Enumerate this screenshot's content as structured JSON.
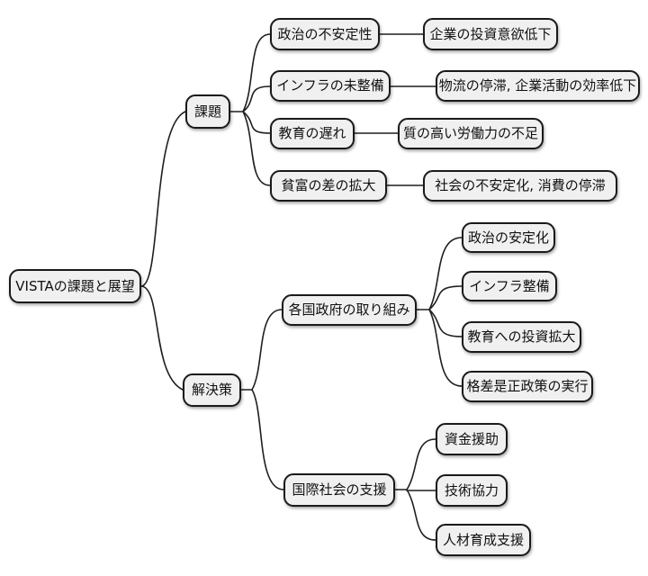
{
  "diagram": {
    "type": "mindmap",
    "background_color": "#ffffff",
    "node_fill_color": "#f0f0f0",
    "node_border_color": "#1a1a1a",
    "connector_color": "#1f1f1f",
    "text_color": "#111111"
  },
  "mindmap": {
    "root": {
      "label": "VISTAの課題と展望"
    },
    "branches": [
      {
        "label": "課題",
        "children": [
          {
            "label": "政治の不安定性",
            "children": [
              {
                "label": "企業の投資意欲低下"
              }
            ]
          },
          {
            "label": "インフラの未整備",
            "children": [
              {
                "label": "物流の停滞, 企業活動の効率低下"
              }
            ]
          },
          {
            "label": "教育の遅れ",
            "children": [
              {
                "label": "質の高い労働力の不足"
              }
            ]
          },
          {
            "label": "貧富の差の拡大",
            "children": [
              {
                "label": "社会の不安定化, 消費の停滞"
              }
            ]
          }
        ]
      },
      {
        "label": "解決策",
        "children": [
          {
            "label": "各国政府の取り組み",
            "children": [
              {
                "label": "政治の安定化"
              },
              {
                "label": "インフラ整備"
              },
              {
                "label": "教育への投資拡大"
              },
              {
                "label": "格差是正政策の実行"
              }
            ]
          },
          {
            "label": "国際社会の支援",
            "children": [
              {
                "label": "資金援助"
              },
              {
                "label": "技術協力"
              },
              {
                "label": "人材育成支援"
              }
            ]
          }
        ]
      }
    ]
  }
}
